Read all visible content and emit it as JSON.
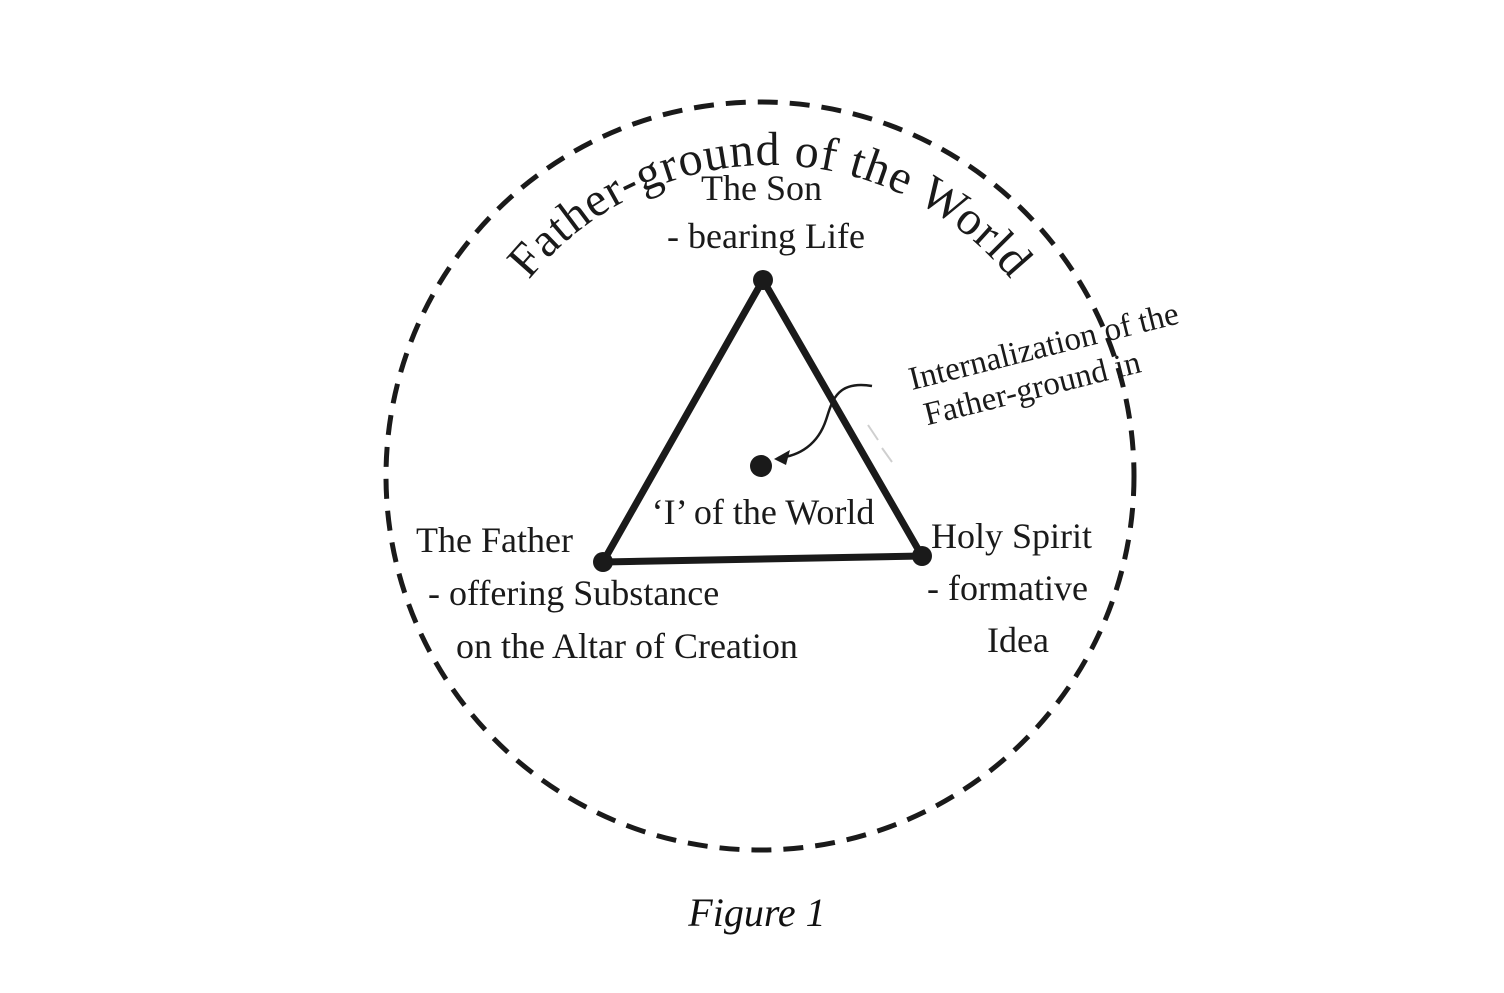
{
  "diagram": {
    "outer_circle_label": "Father-ground of the World",
    "center_label": "‘I’ of the World",
    "nodes": {
      "son": {
        "line1": "The Son",
        "line2": "- bearing Life"
      },
      "father": {
        "line1": "The Father",
        "line2": "- offering Substance",
        "line3": "on the Altar of Creation"
      },
      "spirit": {
        "line1": "Holy Spirit",
        "line2": "- formative",
        "line3": "Idea"
      }
    },
    "annotation": {
      "line1": "Internalization of the",
      "line2": "Father-ground in"
    },
    "caption": "Figure 1"
  },
  "colors": {
    "ink": "#1a1a1a",
    "background": "#ffffff"
  }
}
